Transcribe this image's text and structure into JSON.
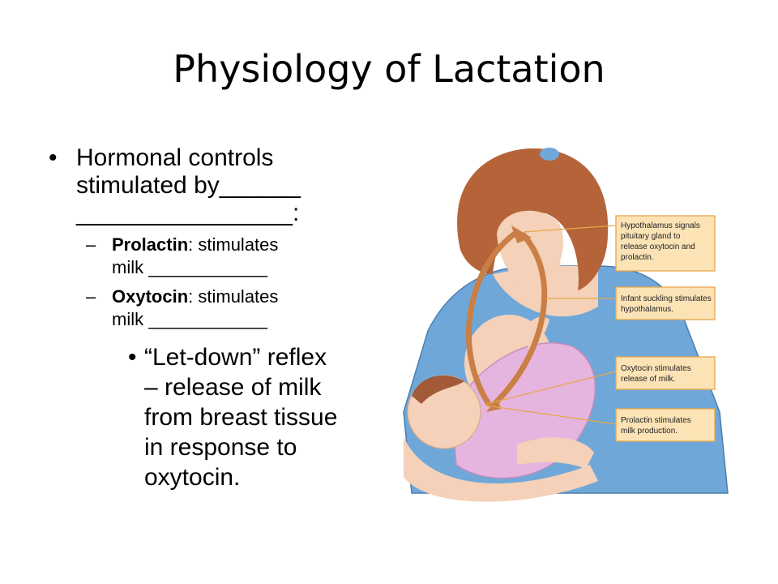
{
  "slide": {
    "title": "Physiology of Lactation"
  },
  "bullets": {
    "main_line1": "Hormonal controls",
    "main_line2": "stimulated by______",
    "main_line3": "________________:",
    "prolactin_term": "Prolactin",
    "prolactin_line1": ": stimulates",
    "prolactin_line2": "milk ____________",
    "oxytocin_term": "Oxytocin",
    "oxytocin_line1": ": stimulates",
    "oxytocin_line2": "milk ____________",
    "letdown_lines": [
      "“Let-down” reflex",
      "– release of milk",
      "from breast tissue",
      "in response to",
      "oxytocin."
    ]
  },
  "diagram": {
    "callouts": [
      {
        "lines": [
          "Hypothalamus signals",
          "pituitary gland to",
          "release oxytocin and",
          "prolactin."
        ]
      },
      {
        "lines": [
          "Infant suckling stimulates",
          "hypothalamus."
        ]
      },
      {
        "lines": [
          "Oxytocin stimulates",
          "release of milk."
        ]
      },
      {
        "lines": [
          "Prolactin stimulates",
          "milk production."
        ]
      }
    ],
    "colors": {
      "callout_fill": "#fbe3b6",
      "callout_border": "#e8a64a",
      "hair": "#b5643a",
      "shirt": "#6fa8d8",
      "skin": "#f4d1b8",
      "blanket": "#e6b5df",
      "arrow": "#c97f45"
    }
  }
}
